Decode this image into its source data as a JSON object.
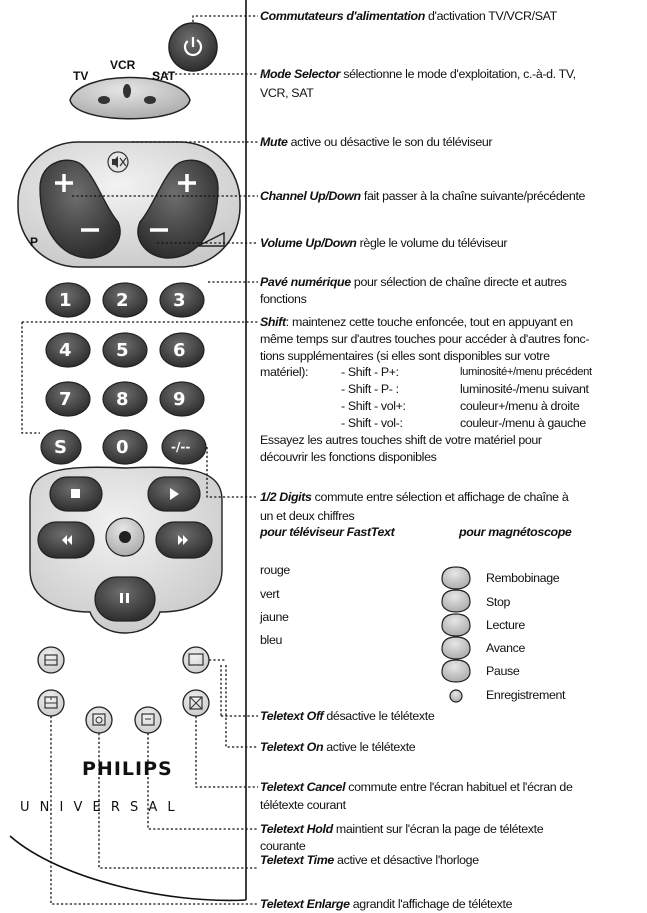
{
  "remote": {
    "mode_labels": {
      "tv": "TV",
      "vcr": "VCR",
      "sat": "SAT"
    },
    "p_label": "P",
    "digits": [
      "1",
      "2",
      "3",
      "4",
      "5",
      "6",
      "7",
      "8",
      "9",
      "0"
    ],
    "shift_key": "S",
    "dash_key": "-/--",
    "brand": "PHILIPS",
    "universal": "U N I V E R S A L"
  },
  "callouts": [
    {
      "term": "Commutateurs d'alimentation",
      "rest": " d'activation TV/VCR/SAT"
    },
    {
      "term": "Mode Selector",
      "rest": " sélectionne le mode d'exploitation, c.-à-d. TV,",
      "line2": "VCR, SAT"
    },
    {
      "term": "Mute",
      "rest": " active ou désactive le son du téléviseur"
    },
    {
      "term": "Channel Up/Down",
      "rest": " fait passer à la chaîne suivante/précédente"
    },
    {
      "term": "Volume Up/Down",
      "rest": " règle le volume du téléviseur"
    },
    {
      "term": "Pavé numérique",
      "rest": " pour sélection de chaîne directe et autres",
      "line2": "fonctions"
    },
    {
      "term": "1/2 Digits",
      "rest": " commute entre sélection et affichage de chaîne à",
      "line2": "un et deux chiffres"
    },
    {
      "term": "Teletext Off",
      "rest": " désactive le télétexte"
    },
    {
      "term": "Teletext On",
      "rest": " active le télétexte"
    },
    {
      "term": "Teletext Cancel",
      "rest": " commute entre l'écran habituel et l'écran de",
      "line2": "télétexte courant"
    },
    {
      "term": "Teletext Hold",
      "rest": " maintient sur l'écran la page de télétexte",
      "line2": "courante"
    },
    {
      "term": "Teletext Time",
      "rest": " active et désactive l'horloge"
    },
    {
      "term": "Teletext Enlarge",
      "rest": " agrandit l'affichage de télétexte"
    }
  ],
  "shift": {
    "term": "Shift",
    "lines": [
      ": maintenez cette touche enfoncée, tout en appuyant en",
      "même temps sur d'autres touches pour accéder à d'autres fonc-",
      "tions supplémentaires (si elles sont disponibles sur votre"
    ],
    "materiel": "matériel):",
    "combos": [
      {
        "key": "- Shift - P+:",
        "fn": "luminosité+/menu précédent"
      },
      {
        "key": "- Shift - P- :",
        "fn": "luminosité-/menu suivant"
      },
      {
        "key": "- Shift - vol+:",
        "fn": "couleur+/menu à droite"
      },
      {
        "key": "- Shift - vol-:",
        "fn": "couleur-/menu à gauche"
      }
    ],
    "after": [
      "Essayez les autres touches shift de votre matériel pour",
      "découvrir les fonctions disponibles"
    ]
  },
  "fasttext": {
    "header_tv": "pour téléviseur FastText",
    "header_vcr": "pour magnétoscope",
    "colors": [
      "rouge",
      "vert",
      "jaune",
      "bleu"
    ],
    "vcr_items": [
      "Rembobinage",
      "Stop",
      "Lecture",
      "Avance",
      "Pause",
      "Enregistrement"
    ]
  }
}
